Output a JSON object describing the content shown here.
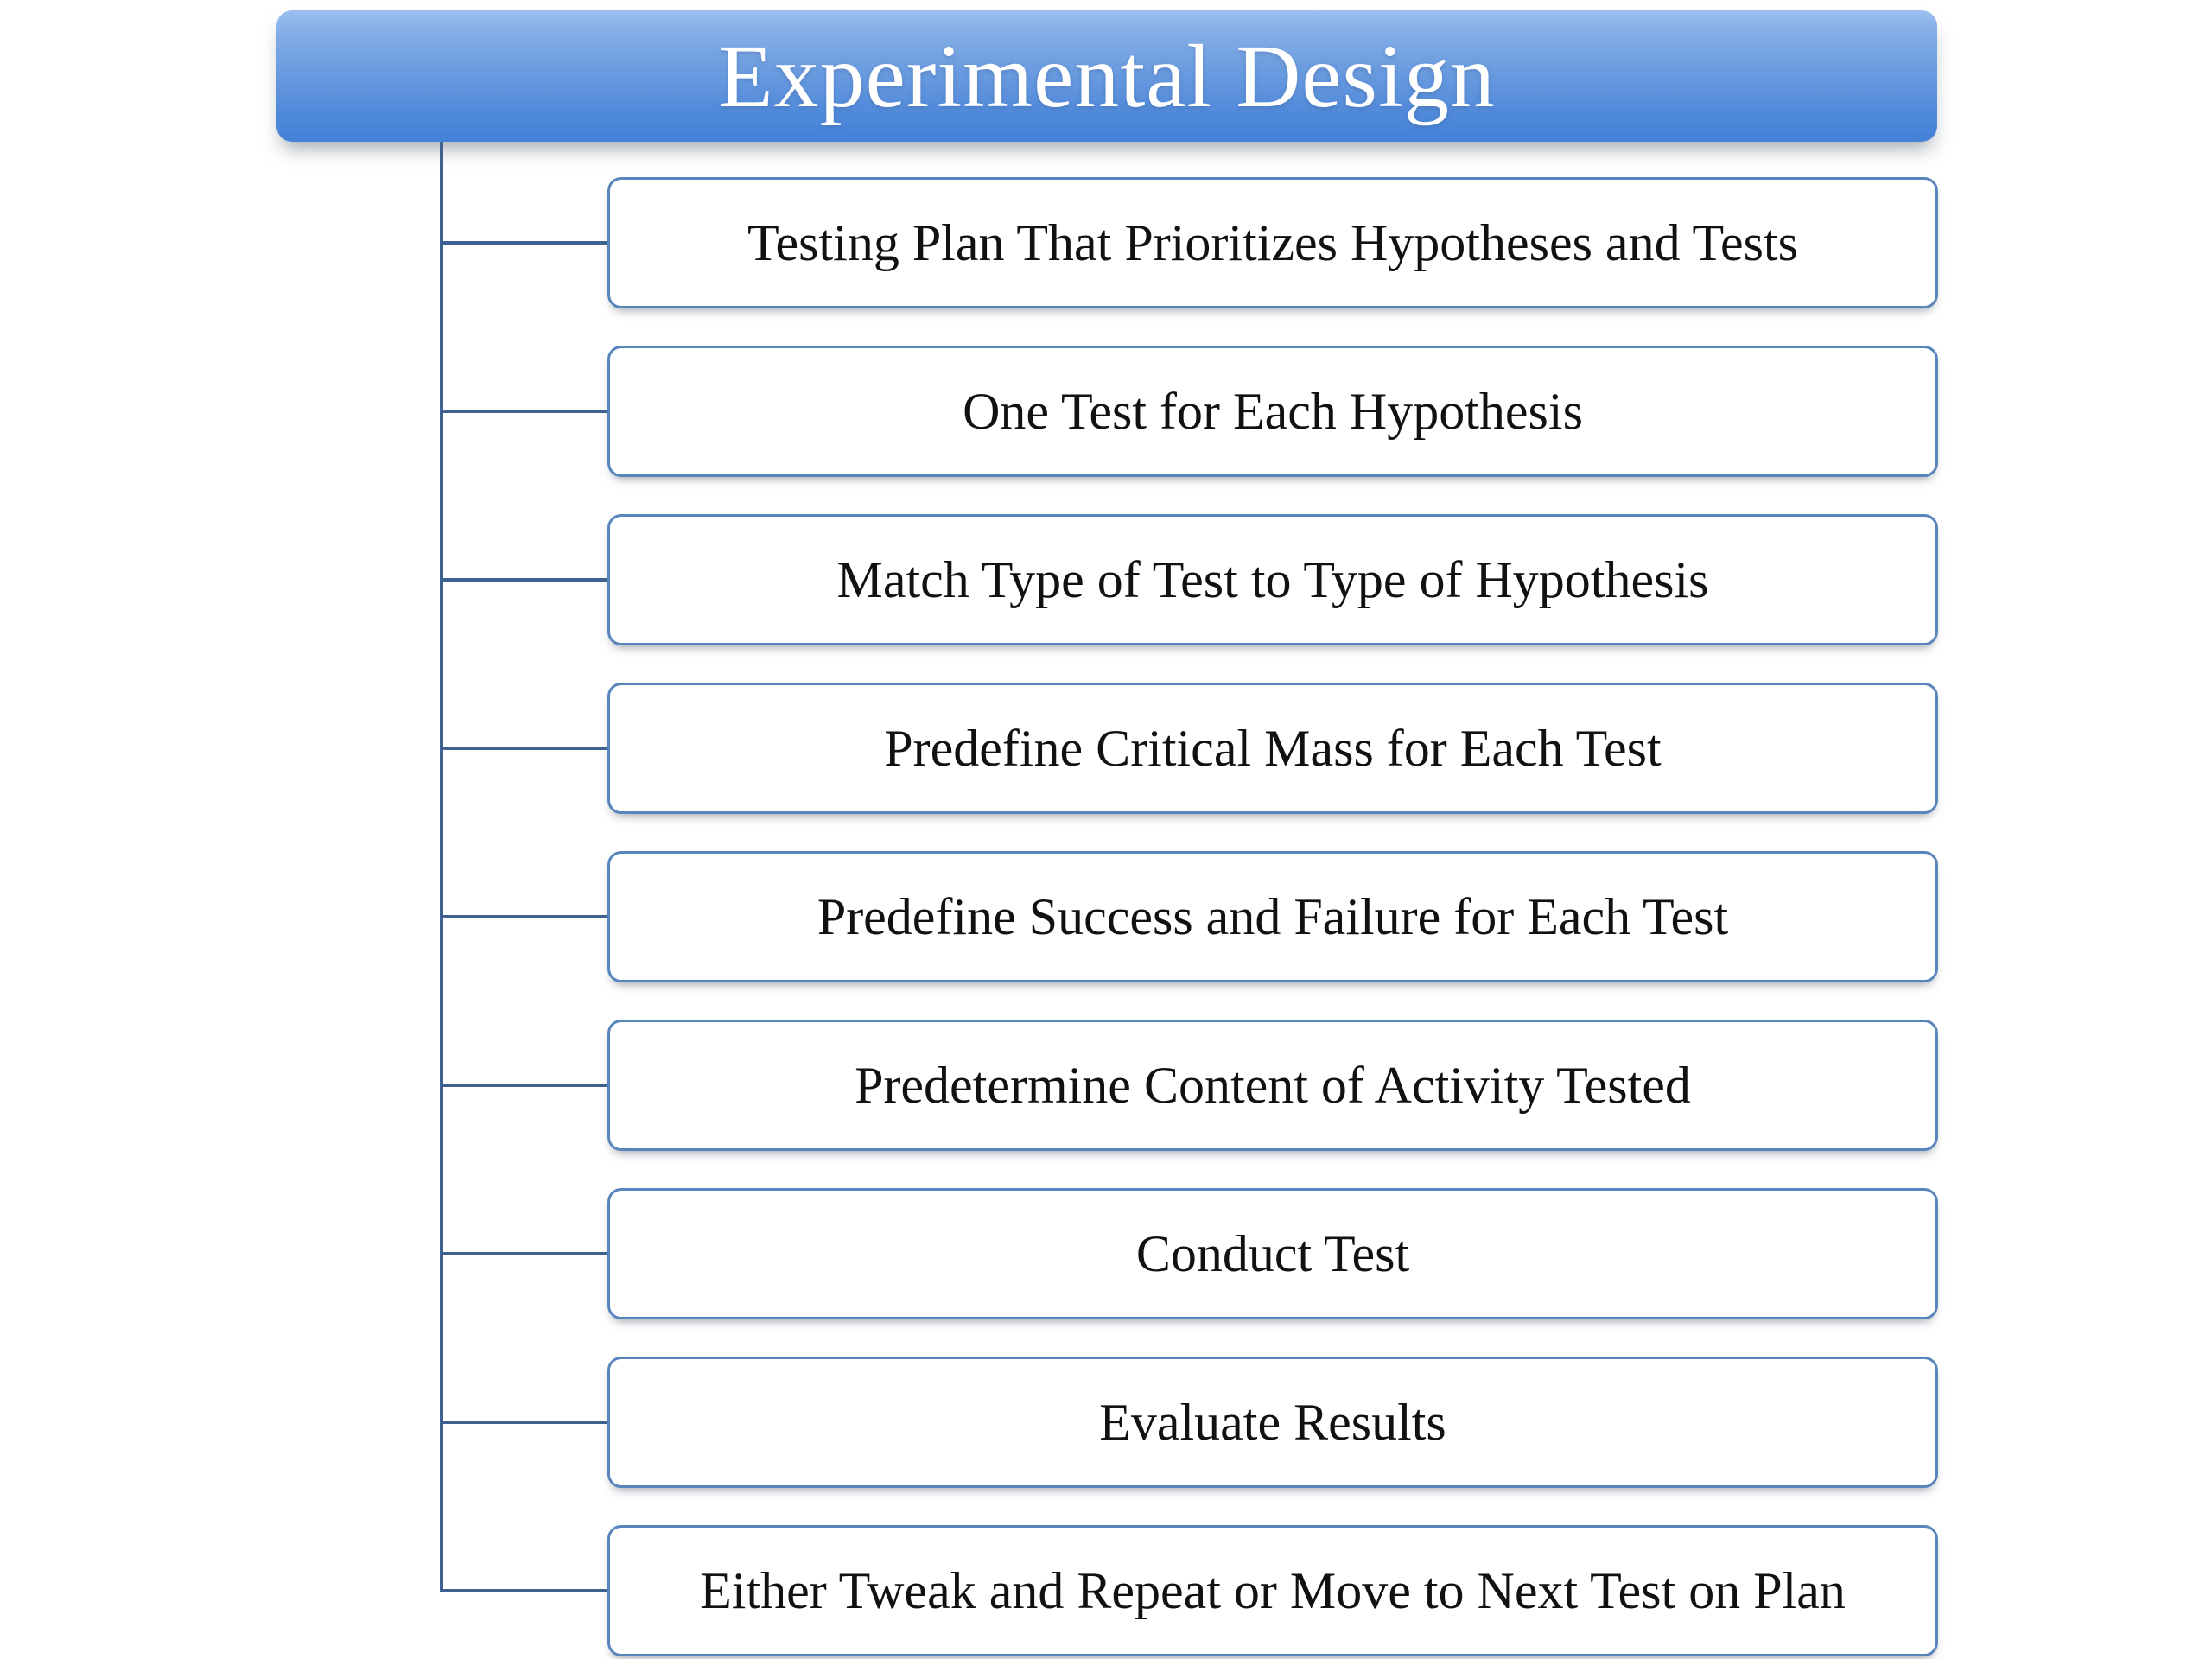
{
  "diagram": {
    "title": "Experimental Design",
    "items": [
      {
        "label": "Testing Plan That Prioritizes Hypotheses and Tests"
      },
      {
        "label": "One Test for Each Hypothesis"
      },
      {
        "label": "Match Type of Test to Type of Hypothesis"
      },
      {
        "label": "Predefine Critical Mass for Each Test"
      },
      {
        "label": "Predefine Success and Failure for Each Test"
      },
      {
        "label": "Predetermine Content of Activity Tested"
      },
      {
        "label": "Conduct Test"
      },
      {
        "label": "Evaluate Results"
      },
      {
        "label": "Either Tweak and Repeat or Move to Next Test on Plan"
      }
    ],
    "colors": {
      "canvas_bg": "#ffffff",
      "title_gradient_top": "#9cbfef",
      "title_gradient_bottom": "#4381d7",
      "title_text": "#ffffff",
      "connector": "#3f618f",
      "node_border": "#5886bc",
      "node_text": "#111111"
    }
  }
}
